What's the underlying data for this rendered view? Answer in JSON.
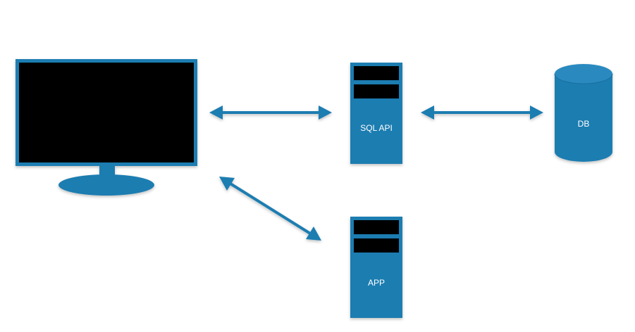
{
  "diagram": {
    "nodes": {
      "monitor": {
        "icon": "monitor-icon"
      },
      "sql_api": {
        "icon": "server-tower-icon",
        "label": "SQL API"
      },
      "db": {
        "icon": "database-cylinder-icon",
        "label": "DB"
      },
      "app": {
        "icon": "server-tower-icon",
        "label": "APP"
      }
    },
    "connections": [
      {
        "from": "monitor",
        "to": "sql_api",
        "direction": "bidirectional"
      },
      {
        "from": "sql_api",
        "to": "db",
        "direction": "bidirectional"
      },
      {
        "from": "monitor",
        "to": "app",
        "direction": "bidirectional"
      }
    ]
  },
  "colors": {
    "primary": "#1f7db1",
    "primary_edge": "#2a8ac0",
    "screen": "#000000",
    "background": "#ffffff"
  }
}
